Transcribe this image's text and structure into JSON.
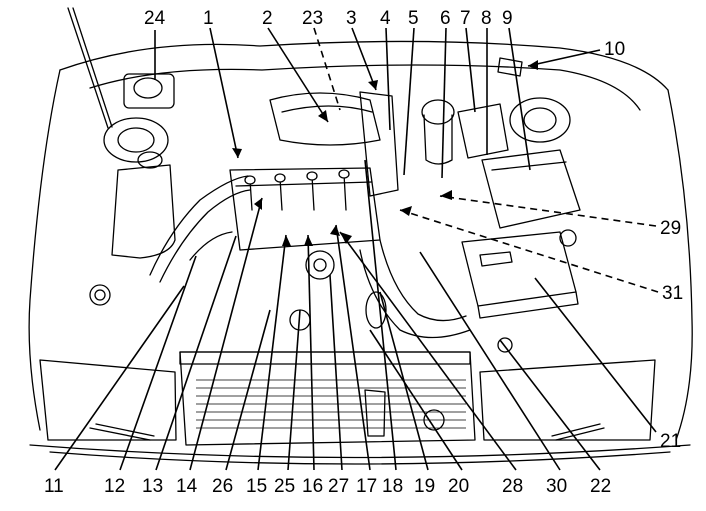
{
  "diagram": {
    "callouts": [
      {
        "id": "1",
        "label": "1"
      },
      {
        "id": "2",
        "label": "2"
      },
      {
        "id": "3",
        "label": "3"
      },
      {
        "id": "4",
        "label": "4"
      },
      {
        "id": "5",
        "label": "5"
      },
      {
        "id": "6",
        "label": "6"
      },
      {
        "id": "7",
        "label": "7"
      },
      {
        "id": "8",
        "label": "8"
      },
      {
        "id": "9",
        "label": "9"
      },
      {
        "id": "10",
        "label": "10"
      },
      {
        "id": "11",
        "label": "11"
      },
      {
        "id": "12",
        "label": "12"
      },
      {
        "id": "13",
        "label": "13"
      },
      {
        "id": "14",
        "label": "14"
      },
      {
        "id": "15",
        "label": "15"
      },
      {
        "id": "16",
        "label": "16"
      },
      {
        "id": "17",
        "label": "17"
      },
      {
        "id": "18",
        "label": "18"
      },
      {
        "id": "19",
        "label": "19"
      },
      {
        "id": "20",
        "label": "20"
      },
      {
        "id": "21",
        "label": "21"
      },
      {
        "id": "22",
        "label": "22"
      },
      {
        "id": "23",
        "label": "23"
      },
      {
        "id": "24",
        "label": "24"
      },
      {
        "id": "25",
        "label": "25"
      },
      {
        "id": "26",
        "label": "26"
      },
      {
        "id": "27",
        "label": "27"
      },
      {
        "id": "28",
        "label": "28"
      },
      {
        "id": "29",
        "label": "29"
      },
      {
        "id": "30",
        "label": "30"
      },
      {
        "id": "31",
        "label": "31"
      }
    ]
  }
}
